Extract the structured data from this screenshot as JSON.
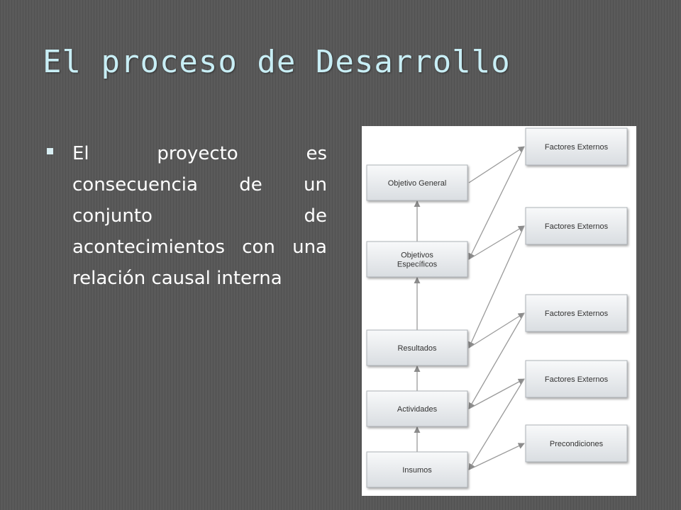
{
  "slide": {
    "title": "El proceso de Desarrollo",
    "bullets": [
      "El proyecto es consecuencia de un conjunto de acontecimientos con una relación causal interna"
    ]
  },
  "diagram": {
    "hierarchy": [
      {
        "id": "objetivo-general",
        "label": "Objetivo General"
      },
      {
        "id": "objetivos-especificos",
        "label": [
          "Objetivos",
          "Específicos"
        ]
      },
      {
        "id": "resultados",
        "label": "Resultados"
      },
      {
        "id": "actividades",
        "label": "Actividades"
      },
      {
        "id": "insumos",
        "label": "Insumos"
      }
    ],
    "conditions": [
      {
        "id": "factores-externos-1",
        "label": "Factores Externos"
      },
      {
        "id": "factores-externos-2",
        "label": "Factores Externos"
      },
      {
        "id": "factores-externos-3",
        "label": "Factores Externos"
      },
      {
        "id": "factores-externos-4",
        "label": "Factores Externos"
      },
      {
        "id": "precondiciones",
        "label": "Precondiciones"
      }
    ]
  }
}
